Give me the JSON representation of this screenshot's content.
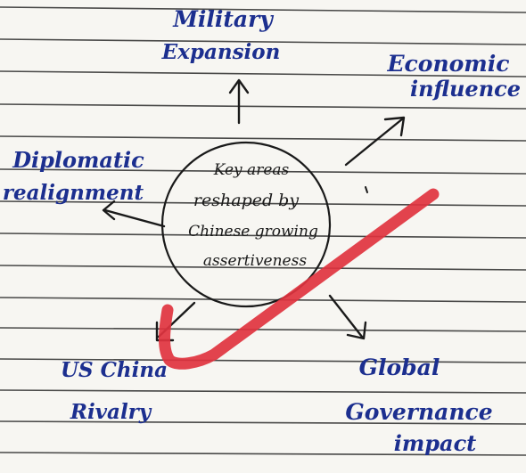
{
  "center": {
    "lines": [
      "Key areas",
      "reshaped by",
      "Chinese growing",
      "assertiveness"
    ]
  },
  "branches": {
    "military": [
      "Military",
      "Expansion"
    ],
    "economic": [
      "Economic",
      "influence"
    ],
    "diplomatic": [
      "Diplomatic",
      "realignment"
    ],
    "us_china": [
      "US China",
      "Rivalry"
    ],
    "global": [
      "Global",
      "Governance",
      "impact"
    ]
  },
  "colors": {
    "paper": "#f7f6f2",
    "rule_line": "#2b2b2b",
    "ink_blue": "#1c2f8f",
    "ink_black": "#1a1a1a",
    "tick_mark": "#e0333f"
  }
}
